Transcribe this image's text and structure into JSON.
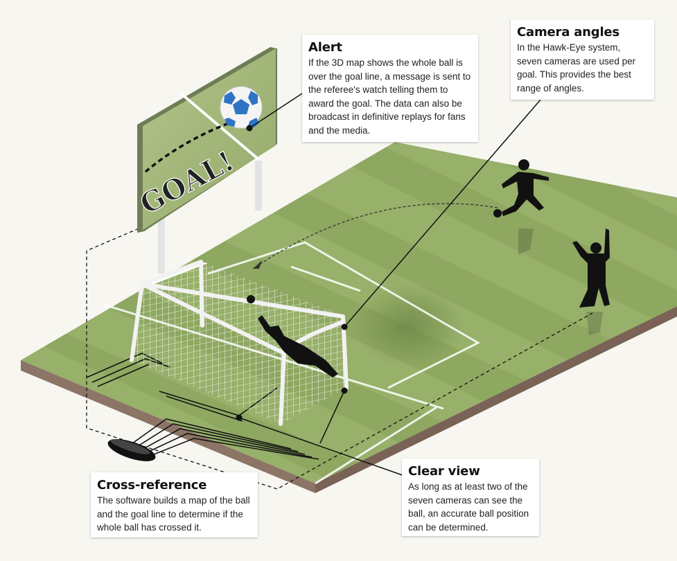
{
  "billboard": {
    "text": "GOAL!"
  },
  "callouts": {
    "alert": {
      "title": "Alert",
      "body": "If the 3D map shows the whole ball is over the goal line, a message is sent to the referee's watch telling them to award the goal. The data can also be broadcast in definitive replays for fans and the media."
    },
    "camera": {
      "title": "Camera angles",
      "body": "In the Hawk-Eye system, seven cameras are used per goal. This provides the best range of angles."
    },
    "cross": {
      "title": "Cross-reference",
      "body": "The software builds a map of the ball and the goal line to determine if the whole ball has crossed it."
    },
    "clear": {
      "title": "Clear view",
      "body": "As long as at least two of the seven cameras can see the ball, an accurate ball position can be determined."
    }
  },
  "colors": {
    "pitch_light": "#97b06a",
    "pitch_dark": "#7f9a52",
    "pitch_edge": "#8c7466",
    "board": "#a7bb7e",
    "line": "#ffffff",
    "ink": "#111111",
    "ball_blue": "#2f74c4"
  },
  "icons": [
    "soccer-ball-icon",
    "goalkeeper-icon",
    "kicker-icon",
    "referee-icon",
    "watch-device-icon",
    "camera-icon"
  ]
}
